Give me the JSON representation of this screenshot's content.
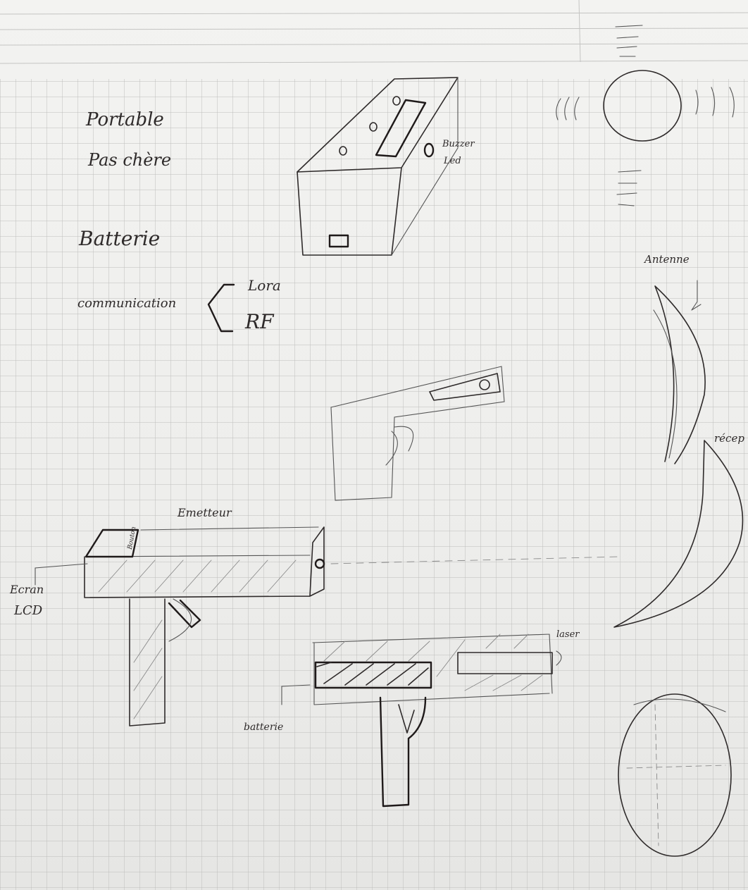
{
  "notes": {
    "portable": "Portable",
    "cheap": "Pas chère",
    "battery": "Batterie",
    "communication": "communication",
    "lora": "Lora",
    "rf": "RF"
  },
  "box_sketch": {
    "buzzer": "Buzzer",
    "led": "Led"
  },
  "antenna": {
    "label": "Antenne"
  },
  "receiver": {
    "label": "récep"
  },
  "emitter": {
    "title": "Emetteur",
    "button": "Bouton",
    "screen_line1": "Ecran",
    "screen_line2": "LCD"
  },
  "side_view": {
    "battery": "batterie",
    "laser": "laser"
  }
}
